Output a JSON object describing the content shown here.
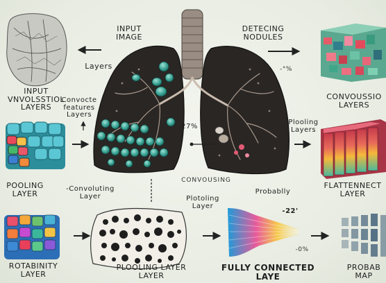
{
  "labels": {
    "input_image": "INPUT\nIMAGE",
    "detecting_nodules": "DETECING\nNODULES",
    "layers_left": "Layers",
    "percent_top": "-°%",
    "input_conv": "INPUT\nVNVOLSSTIOL\nLAYERS",
    "convo_features": "Convocte\nfeatures\nLayers",
    "percent_mid": "27%",
    "convoussio": "CONVOUSSIO\nLAYERS",
    "plooling_layers_right": "Plooling\nLayers",
    "pooling_layer_left": "POOLING\nLAYER",
    "convoluting_layer": "-Convoluting\nLayer",
    "convousing": "CONVOUSING",
    "plotoling_layer": "Plotoling\nLayer",
    "probability": "Probablly",
    "flattened": "FLATTENNECT\nLAYER",
    "percent_fc": "-22'",
    "percent_fc2": "-0%",
    "rotability": "ROTABINITY\nLAYER",
    "plooling_bottom": "PLOOLING LAYER\nLAYER",
    "fully_connected": "FULLY CONNECTED\nLAYE",
    "prob_map": "PROBAB\nMAP"
  },
  "colors": {
    "lung": "#2a2624",
    "nodule": "#4fb3a6",
    "arrow": "#222222",
    "trachea": "#9a8e84"
  }
}
